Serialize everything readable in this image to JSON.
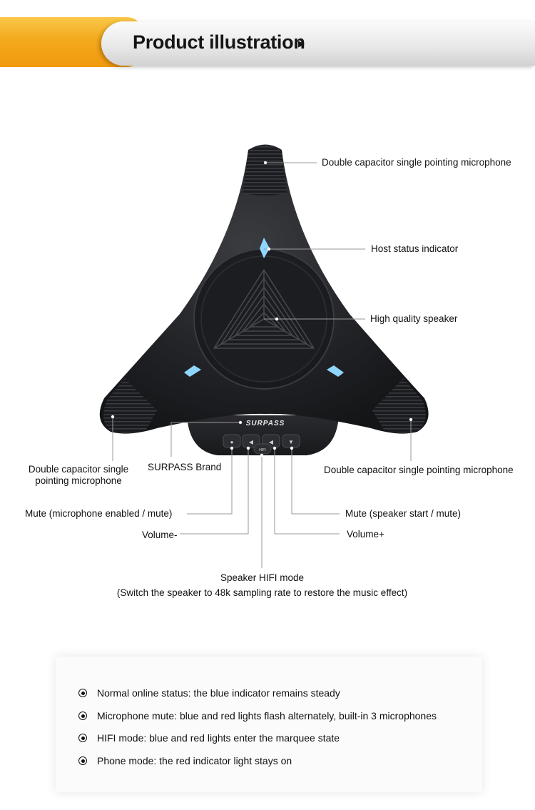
{
  "header": {
    "title": "Product illustration",
    "arrow_icon": "right-triangle-icon"
  },
  "device": {
    "brand_logo": "SURPASS",
    "hifi_button": "HIFI"
  },
  "labels": {
    "mic_top": "Double capacitor single pointing microphone",
    "host_status": "Host status indicator",
    "speaker": "High quality speaker",
    "mic_left_line1": "Double capacitor single",
    "mic_left_line2": "pointing microphone",
    "brand": "SURPASS Brand",
    "mic_right": "Double capacitor single pointing microphone",
    "mute_mic": "Mute (microphone enabled / mute)",
    "mute_speaker": "Mute (speaker start / mute)",
    "volume_minus": "Volume-",
    "volume_plus": "Volume+",
    "hifi_line1": "Speaker HIFI mode",
    "hifi_line2": "(Switch the speaker to 48k sampling rate to restore the music effect)"
  },
  "status_list": [
    "Normal online status: the blue indicator remains steady",
    "Microphone mute: blue and red lights flash alternately, built-in 3 microphones",
    "HIFI mode: blue and red lights enter the marquee state",
    "Phone mode: the red indicator light stays on"
  ],
  "colors": {
    "banner_orange": "#f4a91c",
    "device_body": "#1e1f22",
    "indicator_blue": "#8fd6ff"
  }
}
